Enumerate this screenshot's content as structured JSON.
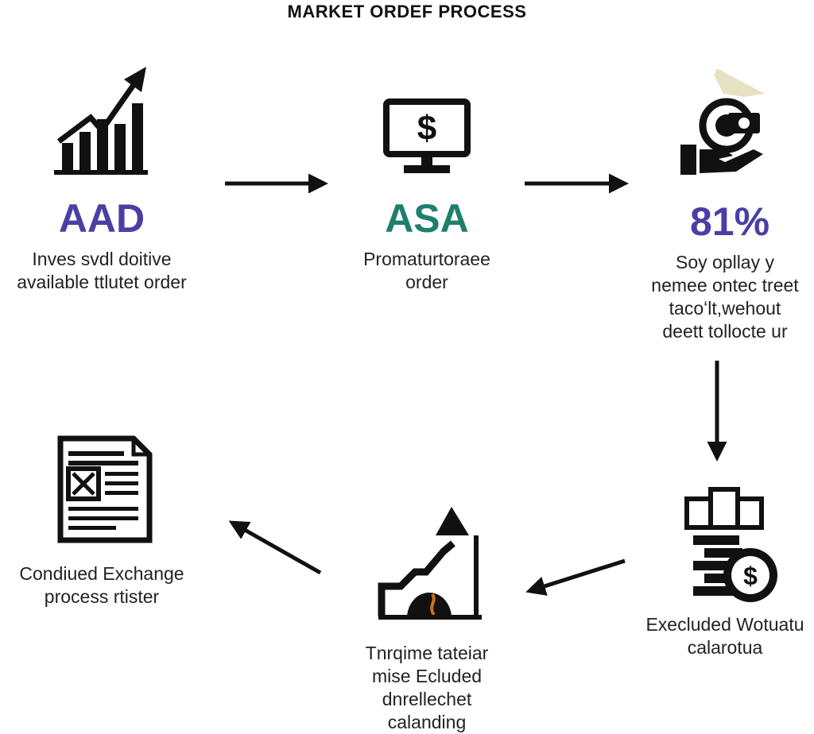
{
  "title": "MARKET ORDEF PROCESS",
  "colors": {
    "indigo": "#4a3fa5",
    "teal": "#1f7f6e",
    "ink": "#111111",
    "cap": "#e8e2c4"
  },
  "steps": [
    {
      "code": "AAD",
      "icon": "growth-chart-icon",
      "caption": [
        "Inves svdl doitive",
        "available ttlutet order"
      ]
    },
    {
      "code": "ASA",
      "icon": "dollar-monitor-icon",
      "caption": [
        "Promaturtoraee",
        "order"
      ]
    },
    {
      "code": "81%",
      "icon": "graduate-money-hand-icon",
      "caption": [
        "Soy opllay y",
        "nemee ontec treet",
        "tacoʻlt,wehout",
        "deett tollocte ur"
      ]
    },
    {
      "icon": "coins-dollar-icon",
      "caption": [
        "Execluded Wotuatu",
        "calarotua"
      ]
    },
    {
      "icon": "rising-graph-icon",
      "caption": [
        "Tnrqime tateiar",
        "mise Ecluded",
        "dnrellechet",
        "calanding"
      ]
    },
    {
      "icon": "document-x-icon",
      "caption": [
        "Condiued Exchange",
        "process rtister"
      ]
    }
  ]
}
